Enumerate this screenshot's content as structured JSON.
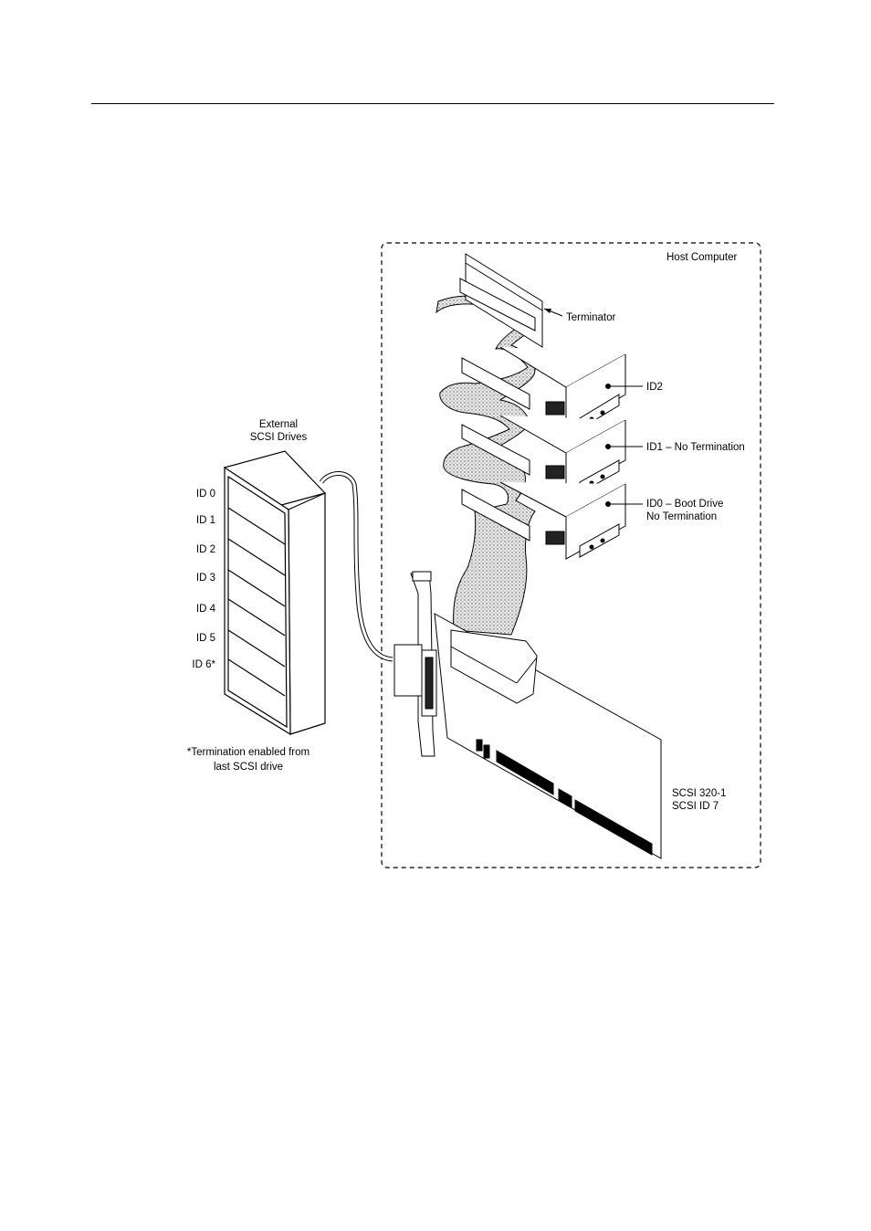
{
  "diagram": {
    "host_label": "Host Computer",
    "terminator_label": "Terminator",
    "internal_drives": [
      {
        "label_lines": [
          "ID2"
        ]
      },
      {
        "label_lines": [
          "ID1 – No Termination"
        ]
      },
      {
        "label_lines": [
          "ID0 – Boot Drive",
          "No Termination"
        ]
      }
    ],
    "external_title_lines": [
      "External",
      "SCSI Drives"
    ],
    "external_ids": [
      "ID 0",
      "ID 1",
      "ID 2",
      "ID 3",
      "ID 4",
      "ID 5",
      "ID 6*"
    ],
    "footnote_lines": [
      "*Termination enabled from",
      "last SCSI drive"
    ],
    "card_label_lines": [
      "SCSI 320-1",
      "SCSI ID 7"
    ]
  }
}
